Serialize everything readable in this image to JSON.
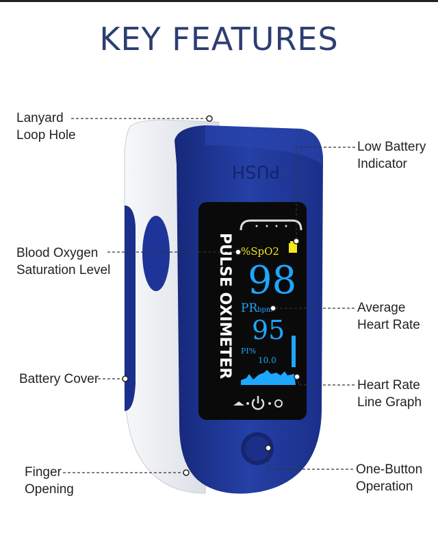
{
  "title": "KEY FEATURES",
  "callouts": {
    "lanyard": [
      "Lanyard",
      "Loop Hole"
    ],
    "spo2": [
      "Blood Oxygen",
      "Saturation Level"
    ],
    "battery_cover": [
      "Battery Cover"
    ],
    "finger": [
      "Finger",
      "Opening"
    ],
    "low_battery": [
      "Low Battery",
      "Indicator"
    ],
    "avg_hr": [
      "Average",
      "Heart Rate"
    ],
    "hr_graph": [
      "Heart Rate",
      "Line Graph"
    ],
    "button": [
      "One-Button",
      "Operation"
    ]
  },
  "device": {
    "push_text": "PUSH",
    "brand_text": "PULSE OXIMETER",
    "spo2_label": "%SpO2",
    "spo2_value": "98",
    "pr_label": "PR",
    "pr_unit": "bpm",
    "pr_value": "95",
    "pi_label": "PI%",
    "pi_value": "10.0",
    "colors": {
      "body_blue": "#1f3596",
      "shell_white": "#e9ecf1",
      "screen_black": "#0a0a0a",
      "spo2_yellow": "#f2e81a",
      "reading_blue": "#1ea7ff"
    }
  }
}
